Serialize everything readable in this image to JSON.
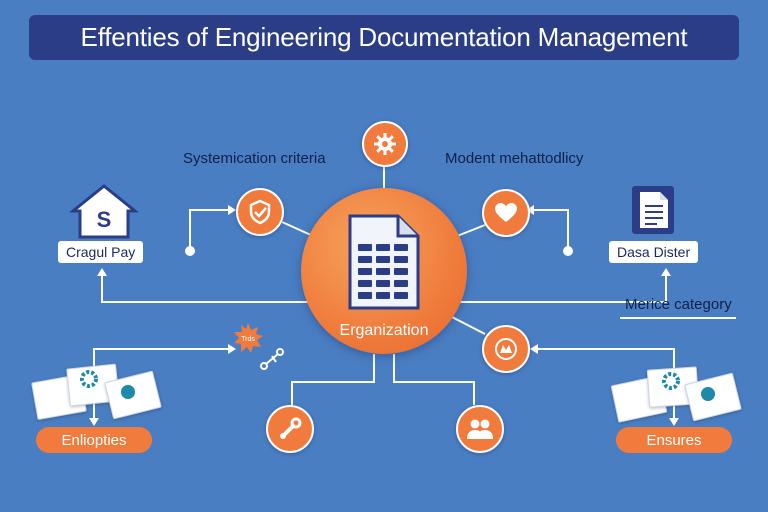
{
  "title": "Effenties of Engineering Documentation Management",
  "hub": {
    "label": "Erganization",
    "icon": "document-icon"
  },
  "labels": {
    "systemication": "Systemication criteria",
    "modent": "Modent mehattodlicy",
    "merice": "Merice category"
  },
  "boxes": {
    "cragul": "Cragul Pay",
    "dasa": "Dasa Dister"
  },
  "pills": {
    "left": "Enliopties",
    "right": "Ensures"
  },
  "badge_text": "Trds",
  "house_letter": "S",
  "colors": {
    "background": "#4a7ec3",
    "title_bar": "#2b3d86",
    "accent": "#f07b3c",
    "line": "#ffffff"
  },
  "icons": [
    "gear-icon",
    "shield-check-icon",
    "heart-icon",
    "badge-icon",
    "wrench-icon",
    "people-icon",
    "house-icon",
    "file-icon",
    "trend-icon"
  ]
}
